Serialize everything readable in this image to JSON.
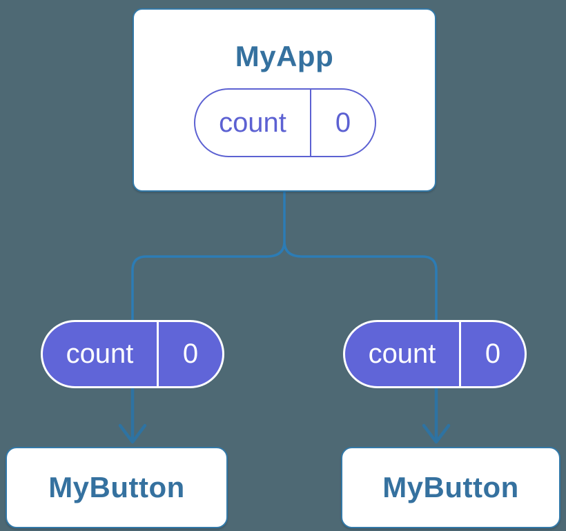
{
  "colors": {
    "background": "#4e6974",
    "connector": "#2c7cb5",
    "arrow": "#2e73a2",
    "card_border": "#3379a8",
    "card_background": "#ffffff",
    "title_text": "#35719f",
    "pill_outline": "#5c61d2",
    "pill_fill": "#6065d8",
    "pill_text_on_fill": "#ffffff"
  },
  "root": {
    "title": "MyApp",
    "pill": {
      "label": "count",
      "value": "0"
    }
  },
  "left_child": {
    "title": "MyButton",
    "pill": {
      "label": "count",
      "value": "0"
    }
  },
  "right_child": {
    "title": "MyButton",
    "pill": {
      "label": "count",
      "value": "0"
    }
  }
}
